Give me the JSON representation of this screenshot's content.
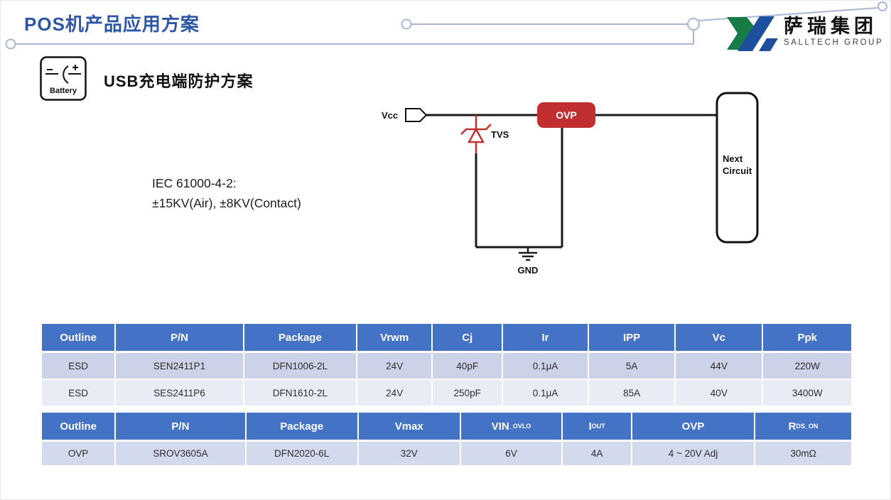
{
  "header": {
    "title": "POS机产品应用方案",
    "logo": {
      "cn": "萨瑞集团",
      "en": "SALLTECH GROUP"
    }
  },
  "section": {
    "battery_label": "Battery",
    "heading": "USB充电端防护方案",
    "iec_line1": "IEC 61000-4-2:",
    "iec_line2": "±15KV(Air), ±8KV(Contact)"
  },
  "circuit": {
    "vcc_label": "Vcc",
    "tvs_label": "TVS",
    "ovp_label": "OVP",
    "next_circuit_line1": "Next",
    "next_circuit_line2": "Circuit",
    "gnd_label": "GND"
  },
  "colors": {
    "title_blue": "#2d57a5",
    "deco_line": "#a9b6d3",
    "table_header_bg": "#4472c4",
    "ovp_red": "#c22f30",
    "tvs_red": "#bf3431",
    "logo_green": "#177b45",
    "logo_blue": "#1d4f9e"
  },
  "tables": {
    "esd": {
      "headers": [
        "Outline",
        "P/N",
        "Package",
        "Vrwm",
        "Cj",
        "Ir",
        "IPP",
        "Vc",
        "Ppk"
      ],
      "rows": [
        [
          "ESD",
          "SEN2411P1",
          "DFN1006-2L",
          "24V",
          "40pF",
          "0.1μA",
          "5A",
          "44V",
          "220W"
        ],
        [
          "ESD",
          "SES2411P6",
          "DFN1610-2L",
          "24V",
          "250pF",
          "0.1μA",
          "85A",
          "40V",
          "3400W"
        ]
      ]
    },
    "ovp": {
      "headers": [
        {
          "main": "Outline",
          "sub": ""
        },
        {
          "main": "P/N",
          "sub": ""
        },
        {
          "main": "Package",
          "sub": ""
        },
        {
          "main": "Vmax",
          "sub": ""
        },
        {
          "main": "VIN",
          "sub": "_OVLO"
        },
        {
          "main": "I",
          "sub": "OUT"
        },
        {
          "main": "OVP",
          "sub": ""
        },
        {
          "main": "R",
          "sub": "DS_ON"
        }
      ],
      "rows": [
        [
          "OVP",
          "SROV3605A",
          "DFN2020-6L",
          "32V",
          "6V",
          "4A",
          "4 ~ 20V Adj",
          "30mΩ"
        ]
      ]
    }
  }
}
